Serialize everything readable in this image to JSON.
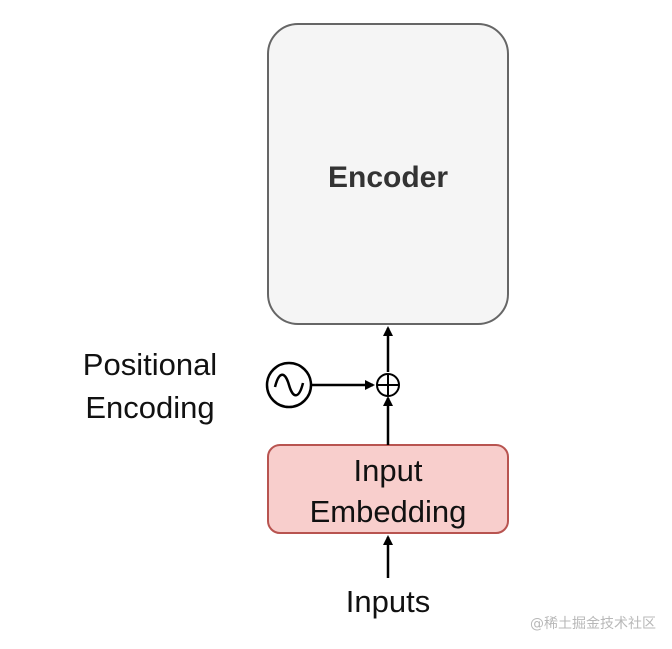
{
  "diagram": {
    "encoder": {
      "label": "Encoder"
    },
    "positional_encoding": {
      "line1": "Positional",
      "line2": "Encoding"
    },
    "input_embedding": {
      "line1": "Input",
      "line2": "Embedding"
    },
    "inputs": {
      "label": "Inputs"
    }
  },
  "watermark": "@稀土掘金技术社区",
  "colors": {
    "encoder_fill": "#f5f5f5",
    "encoder_stroke": "#666666",
    "embedding_fill": "#f8cecc",
    "embedding_stroke": "#b85450",
    "arrow": "#000000"
  },
  "icons": {
    "oscillator": "sine-wave-circle-icon",
    "adder": "circle-plus-icon"
  }
}
